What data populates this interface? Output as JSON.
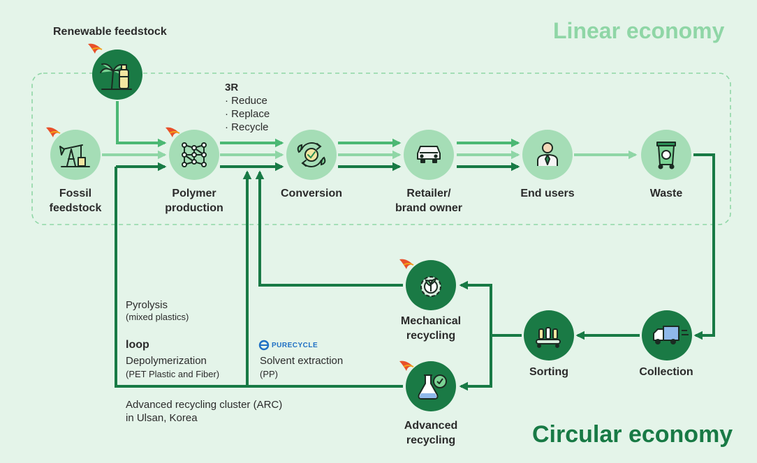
{
  "titles": {
    "linear": "Linear economy",
    "circular": "Circular economy"
  },
  "nodes": {
    "renewable": "Renewable feedstock",
    "fossil_1": "Fossil",
    "fossil_2": "feedstock",
    "polymer_1": "Polymer",
    "polymer_2": "production",
    "conversion": "Conversion",
    "retailer_1": "Retailer/",
    "retailer_2": "brand owner",
    "end_users": "End users",
    "waste": "Waste",
    "mechanical_1": "Mechanical",
    "mechanical_2": "recycling",
    "sorting": "Sorting",
    "collection": "Collection",
    "advanced_1": "Advanced",
    "advanced_2": "recycling"
  },
  "three_r": {
    "title": "3R",
    "items": [
      "· Reduce",
      "· Replace",
      "· Recycle"
    ]
  },
  "notes": {
    "pyrolysis": "Pyrolysis",
    "pyrolysis_sub": "(mixed plastics)",
    "loop_logo": "loop",
    "depoly": "Depolymerization",
    "depoly_sub": "(PET Plastic and Fiber)",
    "purecycle_logo": "PURECYCLE",
    "solvent": "Solvent extraction",
    "solvent_sub": "(PP)",
    "arc_1": "Advanced recycling cluster (ARC)",
    "arc_2": "in Ulsan, Korea"
  },
  "colors": {
    "background": "#e4f4e9",
    "dark_green": "#187a45",
    "mid_green": "#4cb874",
    "light_green": "#8fd6a6",
    "node_light": "#a5ddb6",
    "node_dark": "#1a7a45",
    "brand_flag": "#e8502a"
  },
  "icons": {
    "renewable": "palm-bottle-icon",
    "fossil": "oil-pump-icon",
    "polymer": "molecule-grid-icon",
    "conversion": "recycle-check-icon",
    "retailer": "car-icon",
    "end_users": "person-icon",
    "waste": "recycle-bin-icon",
    "mechanical": "gear-leaf-icon",
    "sorting": "conveyor-bottles-icon",
    "collection": "truck-icon",
    "advanced": "flask-check-icon"
  }
}
